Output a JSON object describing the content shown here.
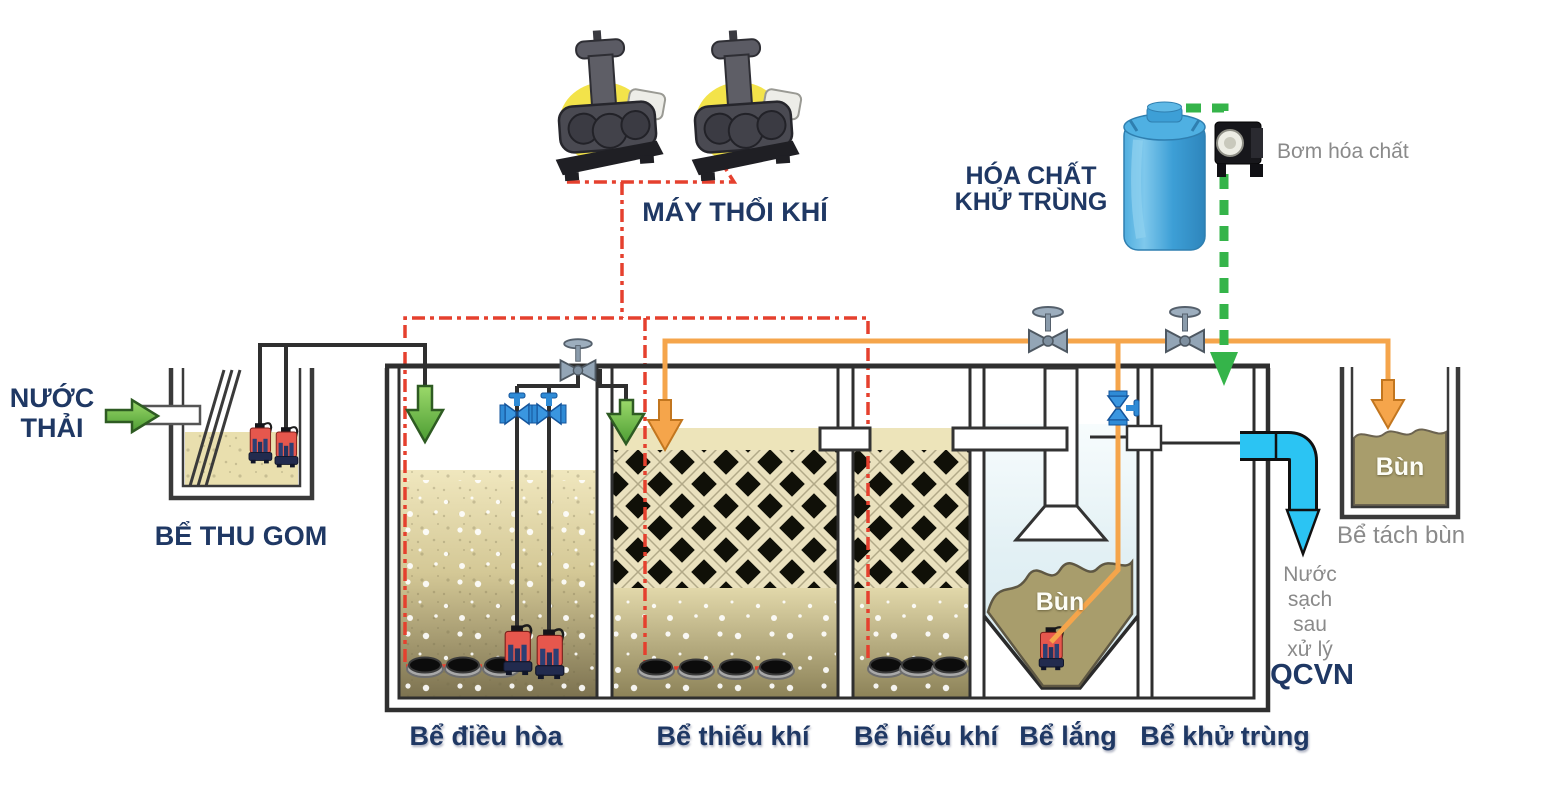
{
  "labels": {
    "influent": {
      "lines": [
        "NƯỚC",
        "THẢI"
      ]
    },
    "collection_tank": "BỂ THU GOM",
    "blowers": "MÁY THỔI KHÍ",
    "chemical": {
      "lines": [
        "HÓA CHẤT",
        "KHỬ TRÙNG"
      ]
    },
    "chemical_pump": "Bơm hóa chất",
    "equalization_tank": "Bể điều hòa",
    "anoxic_tank": "Bể thiếu khí",
    "aerobic_tank": "Bể hiếu khí",
    "settling_tank": "Bể lắng",
    "disinfection_tank": "Bể khử trùng",
    "settling_sludge": "Bùn",
    "sludge_tank_sludge": "Bùn",
    "sludge_separation_tank": "Bể tách bùn",
    "treated_water": {
      "lines": [
        "Nước",
        "sạch",
        "sau",
        "xử lý"
      ]
    },
    "effluent_standard": "QCVN"
  },
  "colors": {
    "label_navy": "#1F3864",
    "label_gray": "#8A8A8A",
    "air_line_red": "#E5402E",
    "sludge_line_orange": "#F5A54B",
    "chemical_line_green": "#35B44A",
    "inlet_arrow_green": "#6FBF4B",
    "effluent_pipe_cyan": "#2BC4F3",
    "water_tan": "#EFE6BC",
    "sludge_brown": "#A89D6C",
    "chemical_tank_blue": "#42A8DE",
    "pump_red": "#E6574D",
    "valve_blue": "#2F8BD6",
    "valve_gray": "#93A5B6"
  }
}
